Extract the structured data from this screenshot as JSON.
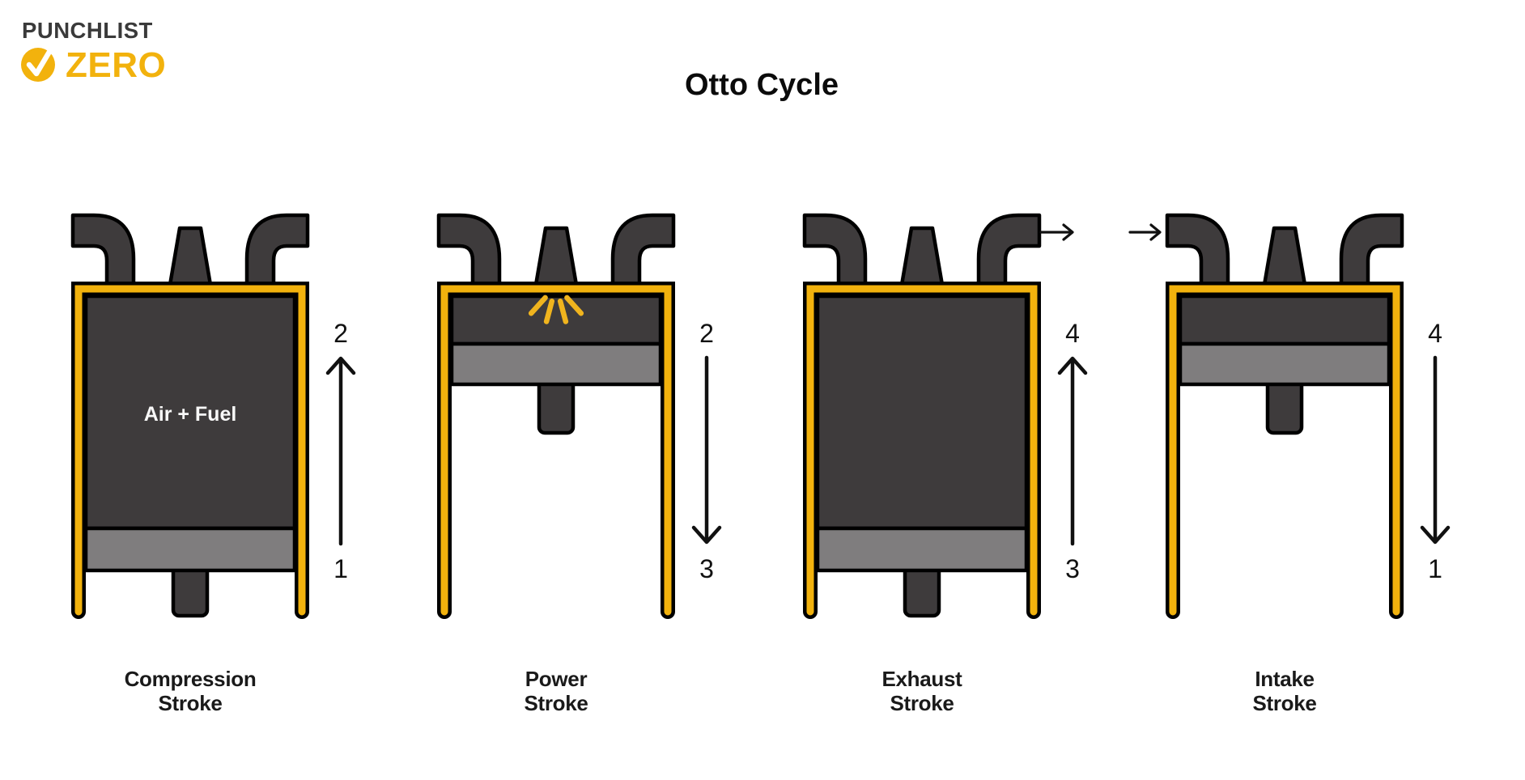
{
  "logo": {
    "brand_top": "PUNCHLIST",
    "brand_bottom": "ZERO",
    "check_icon": "checkmark"
  },
  "title": "Otto Cycle",
  "colors": {
    "background": "#FFFFFF",
    "engine_yellow": "#F2B20D",
    "spark_yellow": "#F0B41E",
    "dark_gray": "#3E3B3C",
    "piston_gray": "#7F7D7E",
    "outline_black": "#000000",
    "logo_text": "#3A3A3A",
    "label_text": "#1A1A1A",
    "chamber_text": "#F8F8F8"
  },
  "cylinders": [
    {
      "id": "compression",
      "label_line1": "Compression",
      "label_line2": "Stroke",
      "chamber_text": "Air + Fuel",
      "piston_position": "bottom",
      "motion_direction": "up",
      "sequence_top": "2",
      "sequence_bottom": "1",
      "spark": false,
      "flow_arrow": "none"
    },
    {
      "id": "power",
      "label_line1": "Power",
      "label_line2": "Stroke",
      "chamber_text": "",
      "piston_position": "top",
      "motion_direction": "down",
      "sequence_top": "2",
      "sequence_bottom": "3",
      "spark": true,
      "flow_arrow": "none"
    },
    {
      "id": "exhaust",
      "label_line1": "Exhaust",
      "label_line2": "Stroke",
      "chamber_text": "",
      "piston_position": "bottom",
      "motion_direction": "up",
      "sequence_top": "4",
      "sequence_bottom": "3",
      "spark": false,
      "flow_arrow": "out-right"
    },
    {
      "id": "intake",
      "label_line1": "Intake",
      "label_line2": "Stroke",
      "chamber_text": "",
      "piston_position": "top",
      "motion_direction": "down",
      "sequence_top": "4",
      "sequence_bottom": "1",
      "spark": false,
      "flow_arrow": "in-left"
    }
  ]
}
